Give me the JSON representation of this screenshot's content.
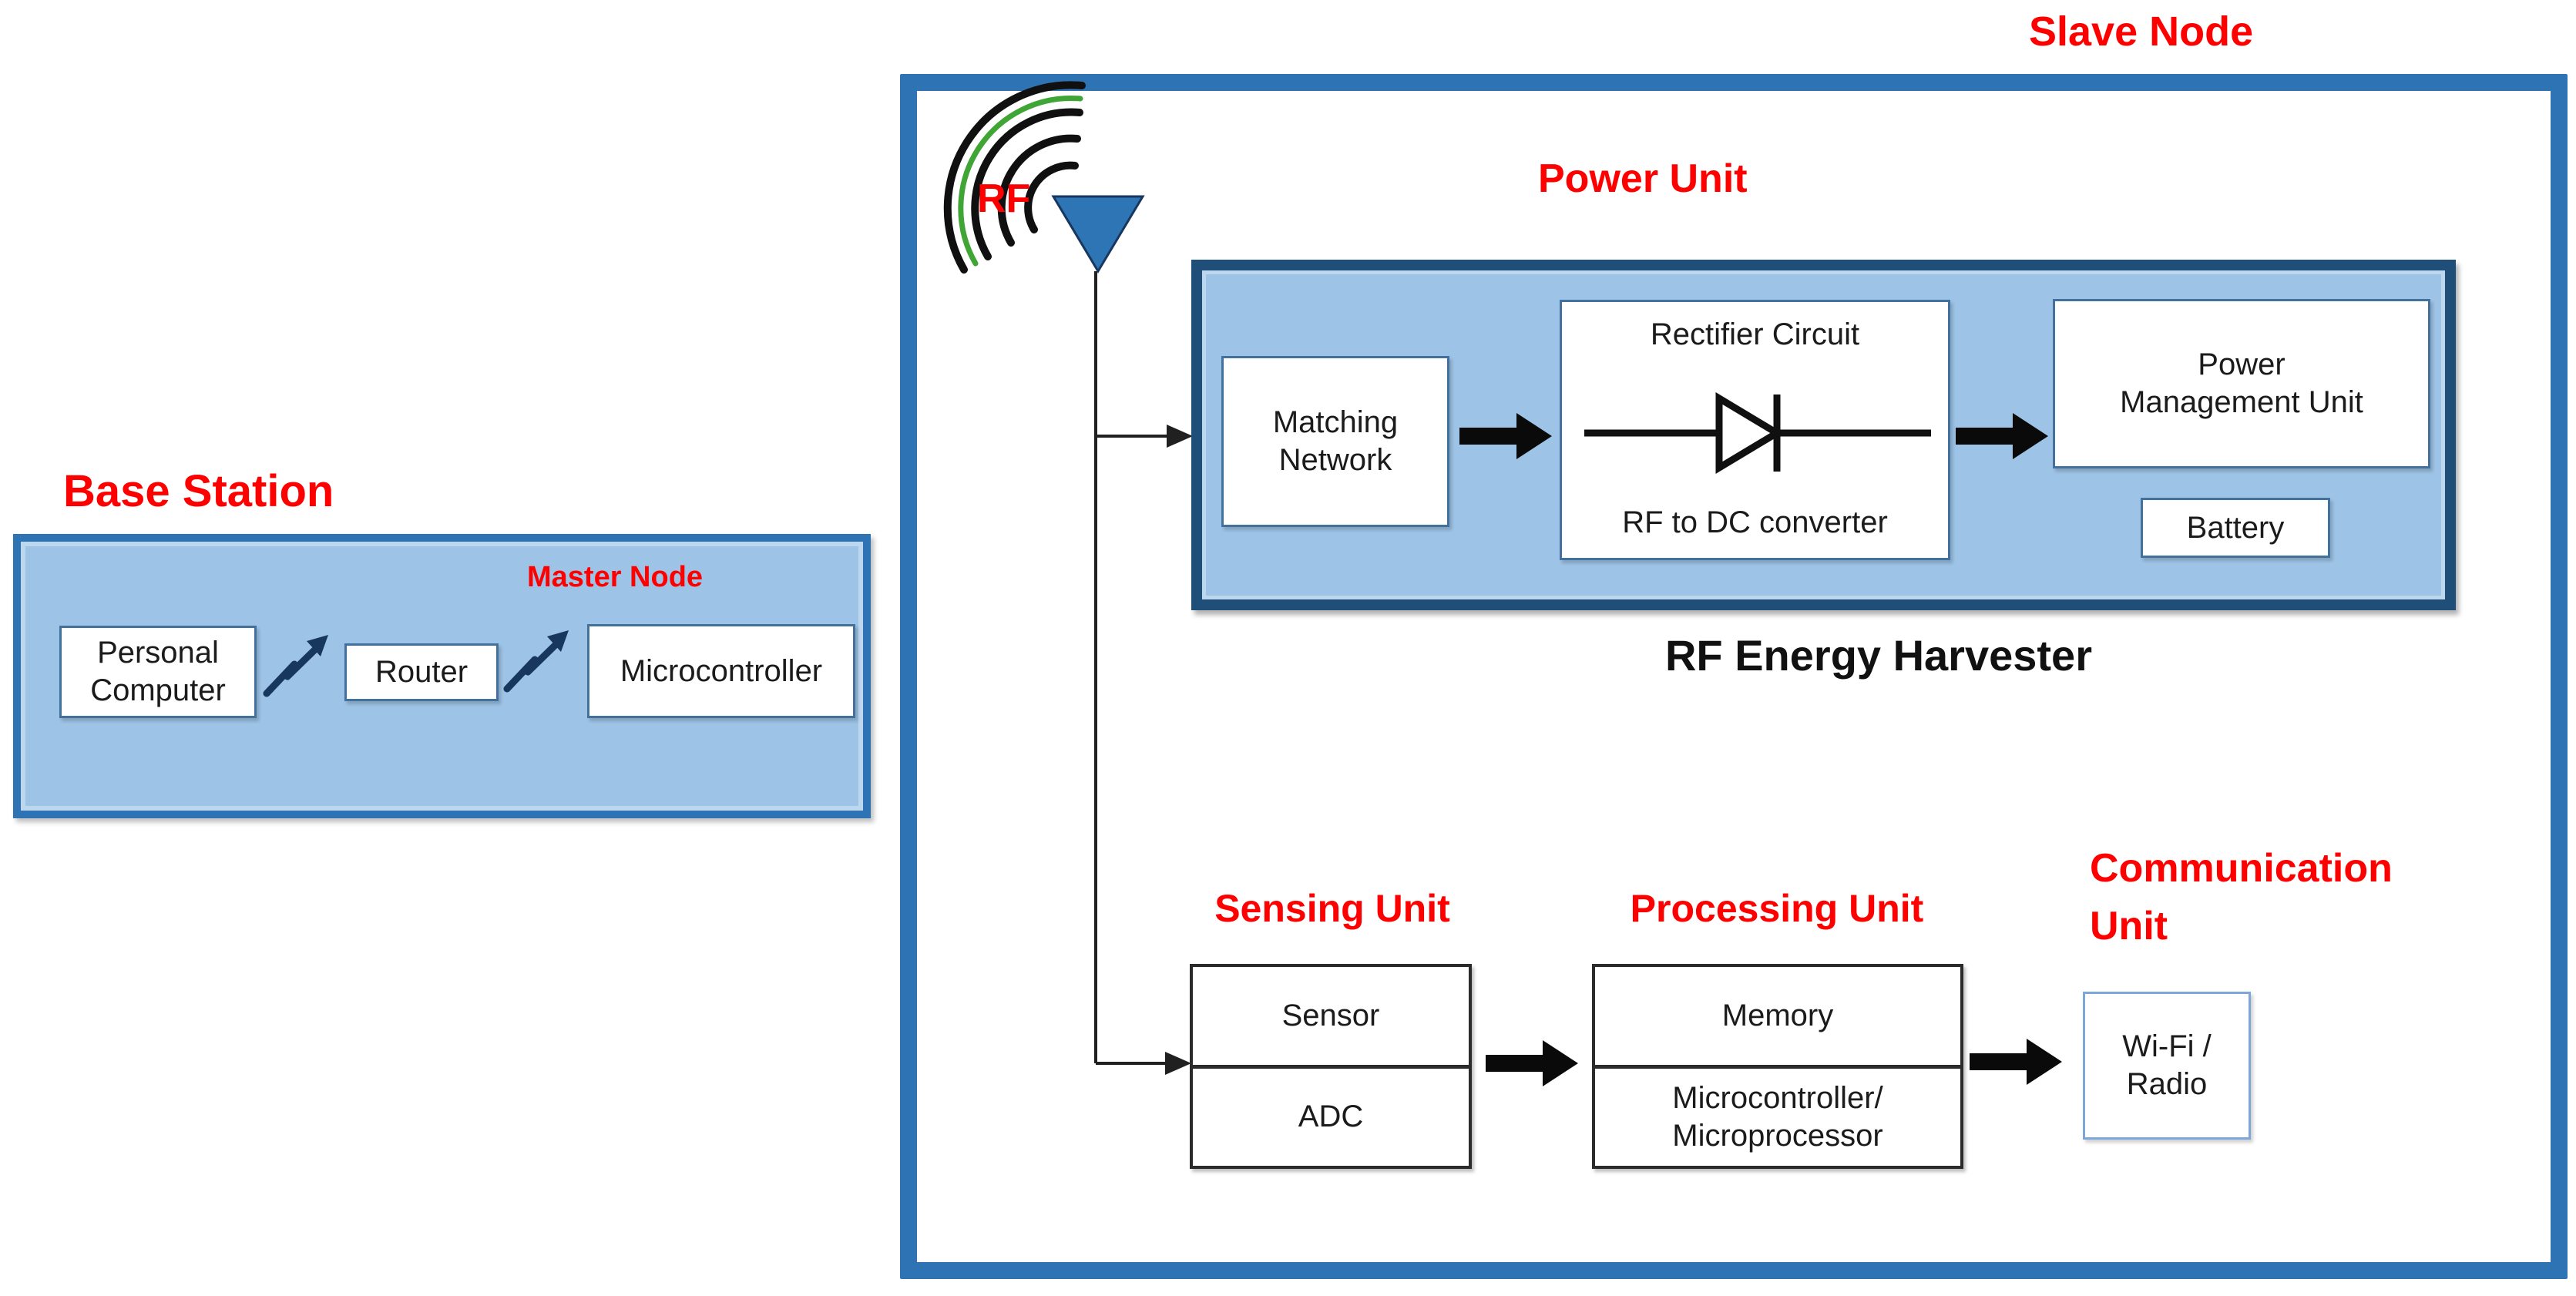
{
  "colors": {
    "border_blue": "#2E74B5",
    "dark_navy": "#1F4E79",
    "panel_fill": "#9DC3E6",
    "heading_red": "#FF0000",
    "arrow_black": "#000000",
    "wave_green": "#3FA535",
    "link_navy": "#17375E"
  },
  "icons": {
    "antenna": "antenna-icon",
    "rf_waves": "rf-waves-icon",
    "diode": "diode-icon",
    "wireless_link": "zigzag-link-icon",
    "flow_arrow": "block-arrow-icon"
  },
  "base_station": {
    "title": "Base Station",
    "master_node_label": "Master Node",
    "pc_label": "Personal\nComputer",
    "router_label": "Router",
    "micro_label": "Microcontroller"
  },
  "slave_node": {
    "title": "Slave Node",
    "rf_label": "RF",
    "power_unit": {
      "title": "Power Unit",
      "caption": "RF Energy Harvester",
      "matching_label": "Matching\nNetwork",
      "rectifier_title": "Rectifier Circuit",
      "rectifier_subtitle": "RF to DC converter",
      "pmu_label": "Power\nManagement Unit",
      "battery_label": "Battery"
    },
    "sensing_unit": {
      "title": "Sensing Unit",
      "sensor_label": "Sensor",
      "adc_label": "ADC"
    },
    "processing_unit": {
      "title": "Processing Unit",
      "memory_label": "Memory",
      "mcu_label": "Microcontroller/\nMicroprocessor"
    },
    "communication_unit": {
      "title": "Communication\nUnit",
      "radio_label": "Wi-Fi /\nRadio"
    }
  }
}
